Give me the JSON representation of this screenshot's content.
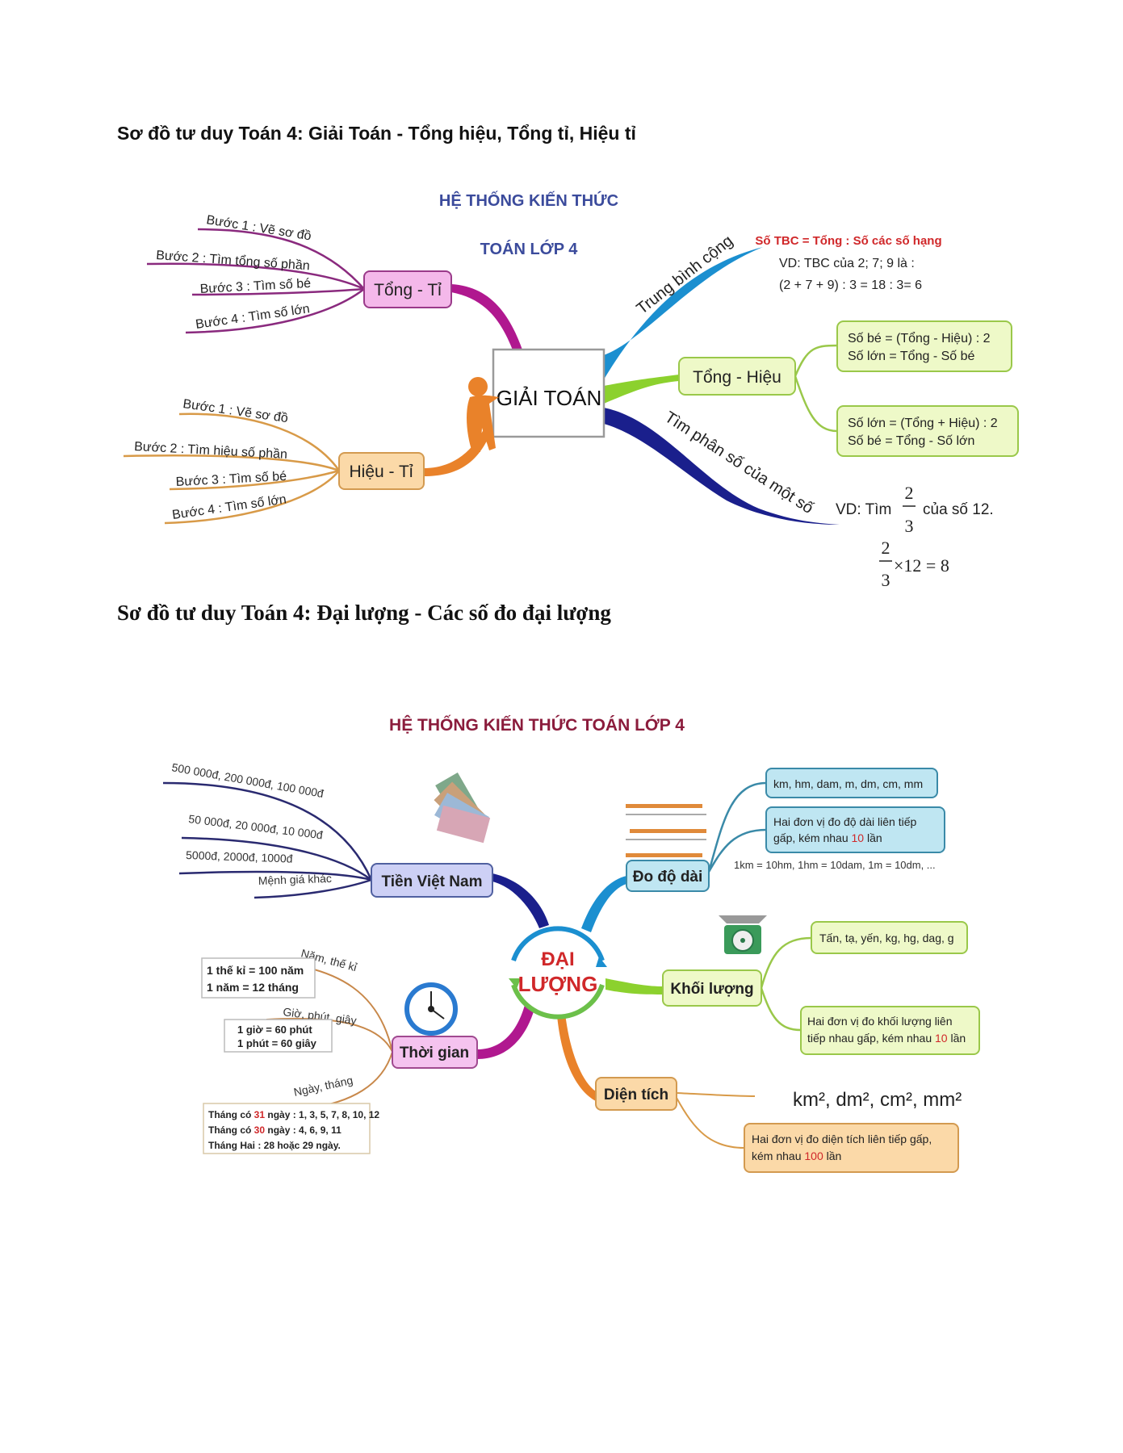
{
  "heading_1": "Sơ đồ tư duy Toán 4: Giải Toán - Tổng hiệu, Tổng tỉ, Hiệu tỉ",
  "heading_2": "Sơ đồ tư duy Toán 4: Đại lượng - Các số đo đại lượng",
  "map1": {
    "title_line1": "HỆ THỐNG KIẾN THỨC",
    "title_line2": "TOÁN LỚP 4",
    "center": "GIẢI TOÁN",
    "tong_ti": {
      "label": "Tổng - Tỉ",
      "steps": [
        "Bước 1 : Vẽ sơ đồ",
        "Bước 2 : Tìm tổng số phần",
        "Bước 3 : Tìm số bé",
        "Bước 4 : Tìm số lớn"
      ]
    },
    "hieu_ti": {
      "label": "Hiệu - Tỉ",
      "steps": [
        "Bước 1 : Vẽ sơ đồ",
        "Bước 2 : Tìm hiệu số phần",
        "Bước 3 : Tìm số bé",
        "Bước 4 : Tìm số lớn"
      ]
    },
    "trung_binh_cong": {
      "label": "Trung bình cộng",
      "formula": "Số TBC = Tổng : Số các số hạng",
      "example_1": "VD: TBC của 2; 7; 9 là :",
      "example_2": "(2 + 7 + 9) : 3 = 18 : 3= 6"
    },
    "tong_hieu": {
      "label": "Tổng - Hiệu",
      "box_1": [
        "Số bé = (Tổng - Hiệu) : 2",
        "Số lớn = Tổng - Số bé"
      ],
      "box_2": [
        "Số lớn = (Tổng + Hiệu) : 2",
        "Số bé = Tổng - Số lớn"
      ]
    },
    "phan_so": {
      "label": "Tìm phân số của một số",
      "example_prefix": "VD: Tìm",
      "numerator": "2",
      "denominator": "3",
      "example_suffix": "của số 12.",
      "result": "×12 = 8"
    }
  },
  "map2": {
    "title": "HỆ THỐNG KIẾN THỨC TOÁN LỚP 4",
    "center_line1": "ĐẠI",
    "center_line2": "LƯỢNG",
    "tien": {
      "label": "Tiền Việt Nam",
      "items": [
        "500 000đ, 200 000đ, 100 000đ",
        "50 000đ, 20 000đ, 10 000đ",
        "5000đ, 2000đ, 1000đ",
        "Mệnh giá khác"
      ]
    },
    "thoi_gian": {
      "label": "Thời gian",
      "branches": [
        "Năm, thế kỉ",
        "Giờ, phút, giây",
        "Ngày, tháng"
      ],
      "box_1": [
        "1 thế kỉ = 100 năm",
        "1 năm = 12 tháng"
      ],
      "box_2": [
        "1 giờ = 60 phút",
        "1 phút = 60 giây"
      ],
      "box_3": [
        {
          "a": "Tháng có ",
          "n": "31",
          "b": " ngày : 1, 3, 5, 7, 8, 10, 12"
        },
        {
          "a": "Tháng có ",
          "n": "30",
          "b": " ngày : 4, 6, 9, 11"
        },
        {
          "a": "Tháng Hai : 28 hoặc 29 ngày.",
          "n": "",
          "b": ""
        }
      ]
    },
    "do_dai": {
      "label": "Đo độ dài",
      "units": "km, hm, dam, m, dm, cm, mm",
      "rule_1": "Hai đơn vị đo độ dài liên tiếp",
      "rule_2a": "gấp, kém nhau ",
      "rule_n": "10",
      "rule_2b": " lần",
      "example": "1km = 10hm, 1hm = 10dam, 1m = 10dm, ..."
    },
    "khoi_luong": {
      "label": "Khối lượng",
      "units": "Tấn, tạ, yến, kg, hg, dag, g",
      "rule_1": "Hai đơn vị đo khối lượng liên",
      "rule_2a": "tiếp nhau gấp, kém nhau ",
      "rule_n": "10",
      "rule_2b": " lần"
    },
    "dien_tich": {
      "label": "Diện tích",
      "units": "km², dm², cm², mm²",
      "rule_1": "Hai đơn vị đo diện tích liên tiếp gấp,",
      "rule_2a": "kém nhau ",
      "rule_n": "100",
      "rule_2b": " lần"
    }
  },
  "colors": {
    "map1_title": "#3b4b9c",
    "map2_title": "#8b1c3c",
    "highlight_red": "#d0282a",
    "magenta": "#b0188f",
    "orange": "#e9822a",
    "blue": "#1b8fd0",
    "green": "#8cd12e",
    "navy": "#1a1f8c"
  }
}
